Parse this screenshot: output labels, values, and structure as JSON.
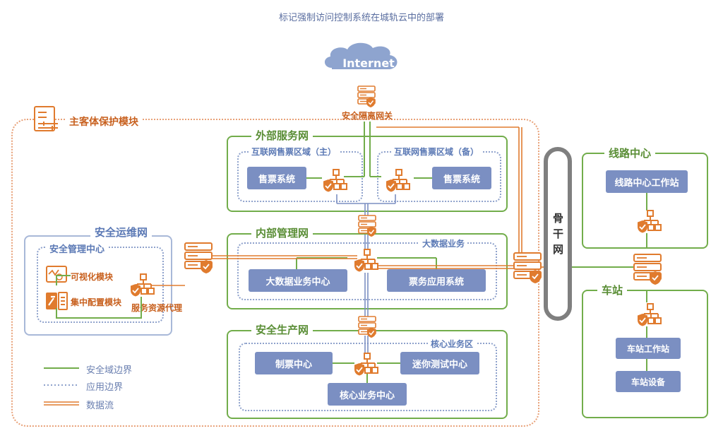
{
  "title": "标记强制访问控制系统在城轨云中的部署",
  "internet": "Internet",
  "gateway_label": "安全隔离网关",
  "main_module": "主客体保护模块",
  "external_net": {
    "label": "外部服务网",
    "zone_primary": "互联网售票区域（主）",
    "zone_backup": "互联网售票区域（备）",
    "ticket_primary": "售票系统",
    "ticket_backup": "售票系统"
  },
  "internal_net": {
    "label": "内部管理网",
    "zone": "大数据业务",
    "bigdata_center": "大数据业务中心",
    "ticket_app": "票务应用系统"
  },
  "production_net": {
    "label": "安全生产网",
    "zone": "核心业务区",
    "ticketing_center": "制票中心",
    "mini_test": "迷你测试中心",
    "core_center": "核心业务中心"
  },
  "ops_net": {
    "label": "安全运维网",
    "center": "安全管理中心",
    "visual_module": "可视化模块",
    "config_module": "集中配置模块",
    "proxy": "服务资源代理"
  },
  "backbone": "骨干网",
  "line_center": {
    "label": "线路中心",
    "workstation": "线路中心工作站"
  },
  "station": {
    "label": "车站",
    "workstation": "车站工作站",
    "equipment": "车站设备"
  },
  "legend": {
    "domain_boundary": "安全域边界",
    "app_boundary": "应用边界",
    "data_flow": "数据流"
  },
  "colors": {
    "green": "#72ad4b",
    "blue_box": "#7b8fc2",
    "orange": "#e07b2e",
    "dotted_blue": "#8fa2cc",
    "backbone_gray": "#7f7f7f"
  }
}
